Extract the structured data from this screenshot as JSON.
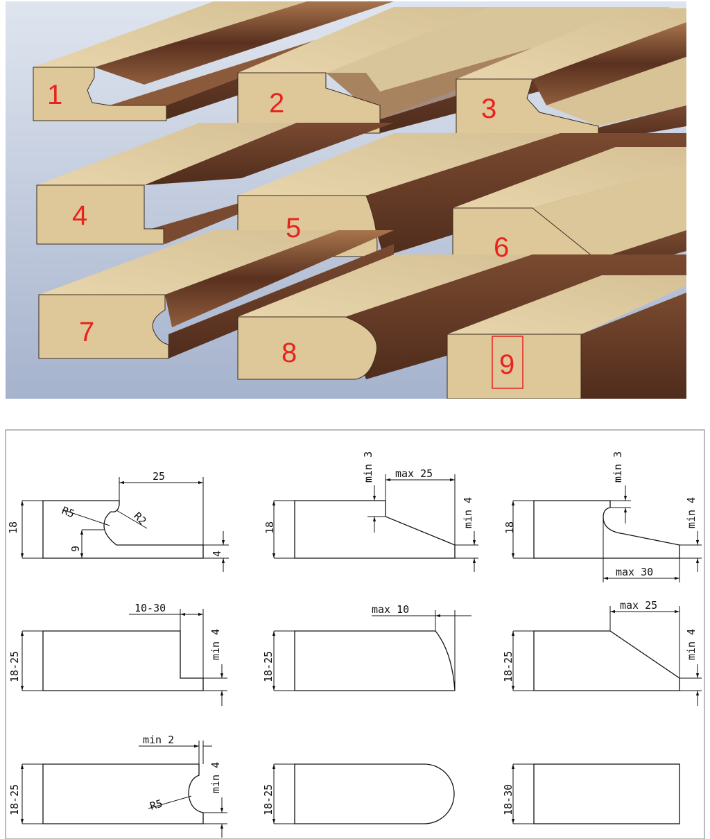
{
  "colors": {
    "sky_top": "#d9e0ec",
    "sky_bottom": "#a9b6d0",
    "face": "#dfc99a",
    "top": "#e6d2a6",
    "shadow_dark": "#5c3523",
    "shadow_mid": "#8a5636",
    "label_red": "#e8231f",
    "line": "#111111"
  },
  "render": {
    "labels": [
      "1",
      "2",
      "3",
      "4",
      "5",
      "6",
      "7",
      "8",
      "9"
    ]
  },
  "drawings": {
    "p1": {
      "width": "25",
      "height": "18",
      "r_big": "R5",
      "r_small": "R2",
      "depth": "9",
      "bottom": "4"
    },
    "p2": {
      "top_step": "min 3",
      "width": "max 25",
      "height": "18",
      "right": "min 4"
    },
    "p3": {
      "top_step": "min 3",
      "width": "max 30",
      "height": "18",
      "right": "min 4"
    },
    "p4": {
      "width": "10-30",
      "height": "18-25",
      "right": "min 4"
    },
    "p5": {
      "width": "max 10",
      "height": "18-25"
    },
    "p6": {
      "width": "max 25",
      "height": "18-25",
      "right": "min 4"
    },
    "p7": {
      "width": "min 2",
      "radius": "R5",
      "height": "18-25",
      "right": "min 4"
    },
    "p8": {
      "height": "18-25"
    },
    "p9": {
      "height": "18-30"
    }
  }
}
